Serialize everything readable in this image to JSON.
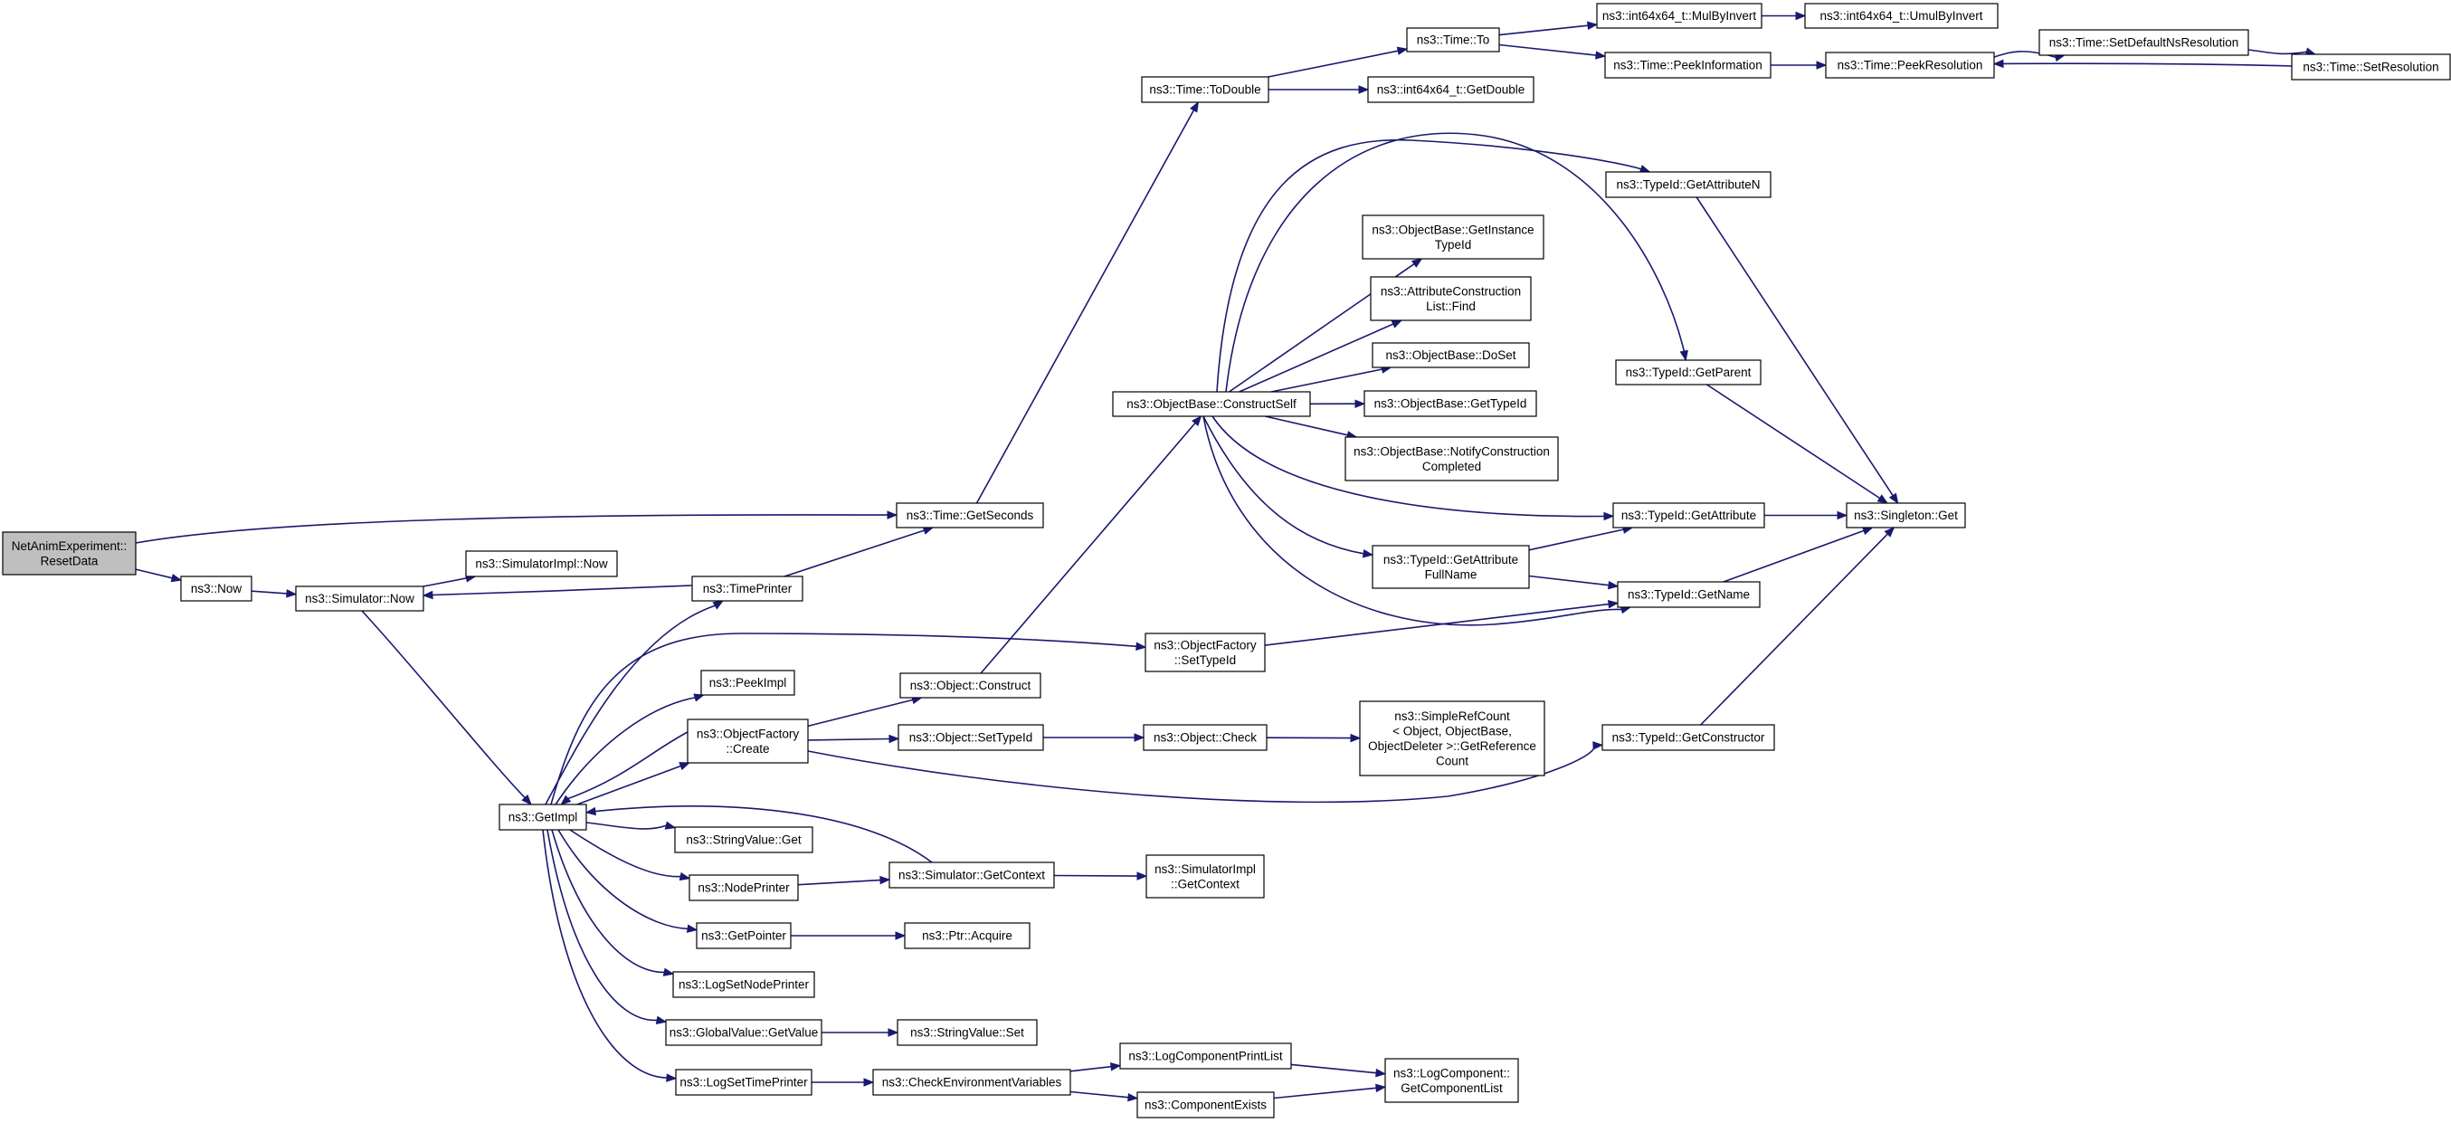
{
  "colors": {
    "edge": "#191970",
    "root_fill": "#bfbfbf",
    "node_fill": "#ffffff",
    "node_border": "#000000",
    "truncated_border": "#ff0000"
  },
  "nodes": [
    {
      "id": "root",
      "lines": [
        "NetAnimExperiment::",
        "ResetData"
      ],
      "style": "root"
    },
    {
      "id": "now",
      "lines": [
        "ns3::Now"
      ]
    },
    {
      "id": "simnow",
      "lines": [
        "ns3::Simulator::Now"
      ]
    },
    {
      "id": "simimplnow",
      "lines": [
        "ns3::SimulatorImpl::Now"
      ]
    },
    {
      "id": "timeprinter",
      "lines": [
        "ns3::TimePrinter"
      ]
    },
    {
      "id": "getseconds",
      "lines": [
        "ns3::Time::GetSeconds"
      ]
    },
    {
      "id": "todouble",
      "lines": [
        "ns3::Time::ToDouble"
      ]
    },
    {
      "id": "timeto",
      "lines": [
        "ns3::Time::To"
      ]
    },
    {
      "id": "int64getdouble",
      "lines": [
        "ns3::int64x64_t::GetDouble"
      ]
    },
    {
      "id": "mulbyinvert",
      "lines": [
        "ns3::int64x64_t::MulByInvert"
      ]
    },
    {
      "id": "umulbyinvert",
      "lines": [
        "ns3::int64x64_t::UmulByInvert"
      ]
    },
    {
      "id": "peekinfo",
      "lines": [
        "ns3::Time::PeekInformation"
      ]
    },
    {
      "id": "peekres",
      "lines": [
        "ns3::Time::PeekResolution"
      ]
    },
    {
      "id": "setdefaultns",
      "lines": [
        "ns3::Time::SetDefaultNsResolution"
      ]
    },
    {
      "id": "setres",
      "lines": [
        "ns3::Time::SetResolution"
      ]
    },
    {
      "id": "constructself",
      "lines": [
        "ns3::ObjectBase::ConstructSelf"
      ]
    },
    {
      "id": "getinstancetypeid",
      "lines": [
        "ns3::ObjectBase::GetInstance",
        "TypeId"
      ]
    },
    {
      "id": "attrfind",
      "lines": [
        "ns3::AttributeConstruction",
        "List::Find"
      ]
    },
    {
      "id": "doset",
      "lines": [
        "ns3::ObjectBase::DoSet"
      ]
    },
    {
      "id": "obgettypeid",
      "lines": [
        "ns3::ObjectBase::GetTypeId"
      ],
      "style": "truncated"
    },
    {
      "id": "notifyconstruction",
      "lines": [
        "ns3::ObjectBase::NotifyConstruction",
        "Completed"
      ]
    },
    {
      "id": "getattributen",
      "lines": [
        "ns3::TypeId::GetAttributeN"
      ]
    },
    {
      "id": "getparent",
      "lines": [
        "ns3::TypeId::GetParent"
      ],
      "style": "truncated"
    },
    {
      "id": "getattribute",
      "lines": [
        "ns3::TypeId::GetAttribute"
      ]
    },
    {
      "id": "singletonget",
      "lines": [
        "ns3::Singleton::Get"
      ]
    },
    {
      "id": "getattrfullname",
      "lines": [
        "ns3::TypeId::GetAttribute",
        "FullName"
      ]
    },
    {
      "id": "getname",
      "lines": [
        "ns3::TypeId::GetName"
      ]
    },
    {
      "id": "ofsettypeid",
      "lines": [
        "ns3::ObjectFactory",
        "::SetTypeId"
      ]
    },
    {
      "id": "peekimpl",
      "lines": [
        "ns3::PeekImpl"
      ]
    },
    {
      "id": "objconstruct",
      "lines": [
        "ns3::Object::Construct"
      ]
    },
    {
      "id": "ofcreate",
      "lines": [
        "ns3::ObjectFactory",
        "::Create"
      ]
    },
    {
      "id": "objsettypeid",
      "lines": [
        "ns3::Object::SetTypeId"
      ]
    },
    {
      "id": "objcheck",
      "lines": [
        "ns3::Object::Check"
      ]
    },
    {
      "id": "getrefcount",
      "lines": [
        "ns3::SimpleRefCount",
        "< Object, ObjectBase,",
        "ObjectDeleter >::GetReference",
        "Count"
      ]
    },
    {
      "id": "getconstructor",
      "lines": [
        "ns3::TypeId::GetConstructor"
      ]
    },
    {
      "id": "getimpl",
      "lines": [
        "ns3::GetImpl"
      ]
    },
    {
      "id": "stringvalueget",
      "lines": [
        "ns3::StringValue::Get"
      ]
    },
    {
      "id": "nodeprinter",
      "lines": [
        "ns3::NodePrinter"
      ]
    },
    {
      "id": "simgetcontext",
      "lines": [
        "ns3::Simulator::GetContext"
      ]
    },
    {
      "id": "simimplgetcontext",
      "lines": [
        "ns3::SimulatorImpl",
        "::GetContext"
      ]
    },
    {
      "id": "getpointer",
      "lines": [
        "ns3::GetPointer"
      ]
    },
    {
      "id": "ptracquire",
      "lines": [
        "ns3::Ptr::Acquire"
      ]
    },
    {
      "id": "logsetnodeprinter",
      "lines": [
        "ns3::LogSetNodePrinter"
      ]
    },
    {
      "id": "globalgetvalue",
      "lines": [
        "ns3::GlobalValue::GetValue"
      ]
    },
    {
      "id": "stringvalueset",
      "lines": [
        "ns3::StringValue::Set"
      ]
    },
    {
      "id": "logsettimeprinter",
      "lines": [
        "ns3::LogSetTimePrinter"
      ]
    },
    {
      "id": "checkenv",
      "lines": [
        "ns3::CheckEnvironmentVariables"
      ]
    },
    {
      "id": "logcompprintlist",
      "lines": [
        "ns3::LogComponentPrintList"
      ]
    },
    {
      "id": "componentexists",
      "lines": [
        "ns3::ComponentExists"
      ]
    },
    {
      "id": "getcomponentlist",
      "lines": [
        "ns3::LogComponent::",
        "GetComponentList"
      ]
    }
  ],
  "edges": [
    [
      "root",
      "getseconds"
    ],
    [
      "root",
      "now"
    ],
    [
      "now",
      "simnow"
    ],
    [
      "simnow",
      "simimplnow"
    ],
    [
      "simnow",
      "getimpl"
    ],
    [
      "timeprinter",
      "simnow"
    ],
    [
      "timeprinter",
      "getseconds"
    ],
    [
      "getseconds",
      "todouble"
    ],
    [
      "todouble",
      "timeto"
    ],
    [
      "todouble",
      "int64getdouble"
    ],
    [
      "timeto",
      "mulbyinvert"
    ],
    [
      "timeto",
      "peekinfo"
    ],
    [
      "mulbyinvert",
      "umulbyinvert"
    ],
    [
      "peekinfo",
      "peekres"
    ],
    [
      "peekres",
      "setdefaultns"
    ],
    [
      "setdefaultns",
      "setres"
    ],
    [
      "setres",
      "peekres"
    ],
    [
      "constructself",
      "getattributen"
    ],
    [
      "constructself",
      "getinstancetypeid"
    ],
    [
      "constructself",
      "attrfind"
    ],
    [
      "constructself",
      "doset"
    ],
    [
      "constructself",
      "obgettypeid"
    ],
    [
      "constructself",
      "notifyconstruction"
    ],
    [
      "constructself",
      "getparent"
    ],
    [
      "constructself",
      "getattribute"
    ],
    [
      "constructself",
      "getattrfullname"
    ],
    [
      "constructself",
      "getname"
    ],
    [
      "getattributen",
      "singletonget"
    ],
    [
      "getparent",
      "singletonget"
    ],
    [
      "getattribute",
      "singletonget"
    ],
    [
      "getname",
      "singletonget"
    ],
    [
      "getattrfullname",
      "getattribute"
    ],
    [
      "getattrfullname",
      "getname"
    ],
    [
      "ofsettypeid",
      "getname"
    ],
    [
      "getconstructor",
      "singletonget"
    ],
    [
      "objconstruct",
      "constructself"
    ],
    [
      "ofcreate",
      "objconstruct"
    ],
    [
      "ofcreate",
      "objsettypeid"
    ],
    [
      "ofcreate",
      "getconstructor"
    ],
    [
      "objsettypeid",
      "objcheck"
    ],
    [
      "objcheck",
      "getrefcount"
    ],
    [
      "getimpl",
      "timeprinter"
    ],
    [
      "getimpl",
      "ofsettypeid"
    ],
    [
      "getimpl",
      "peekimpl"
    ],
    [
      "getimpl",
      "ofcreate"
    ],
    [
      "ofcreate",
      "getimpl"
    ],
    [
      "getimpl",
      "stringvalueget"
    ],
    [
      "getimpl",
      "nodeprinter"
    ],
    [
      "simgetcontext",
      "getimpl"
    ],
    [
      "getimpl",
      "getpointer"
    ],
    [
      "getimpl",
      "logsetnodeprinter"
    ],
    [
      "getimpl",
      "globalgetvalue"
    ],
    [
      "getimpl",
      "logsettimeprinter"
    ],
    [
      "nodeprinter",
      "simgetcontext"
    ],
    [
      "simgetcontext",
      "simimplgetcontext"
    ],
    [
      "getpointer",
      "ptracquire"
    ],
    [
      "globalgetvalue",
      "stringvalueset"
    ],
    [
      "logsettimeprinter",
      "checkenv"
    ],
    [
      "checkenv",
      "logcompprintlist"
    ],
    [
      "checkenv",
      "componentexists"
    ],
    [
      "logcompprintlist",
      "getcomponentlist"
    ],
    [
      "componentexists",
      "getcomponentlist"
    ]
  ]
}
